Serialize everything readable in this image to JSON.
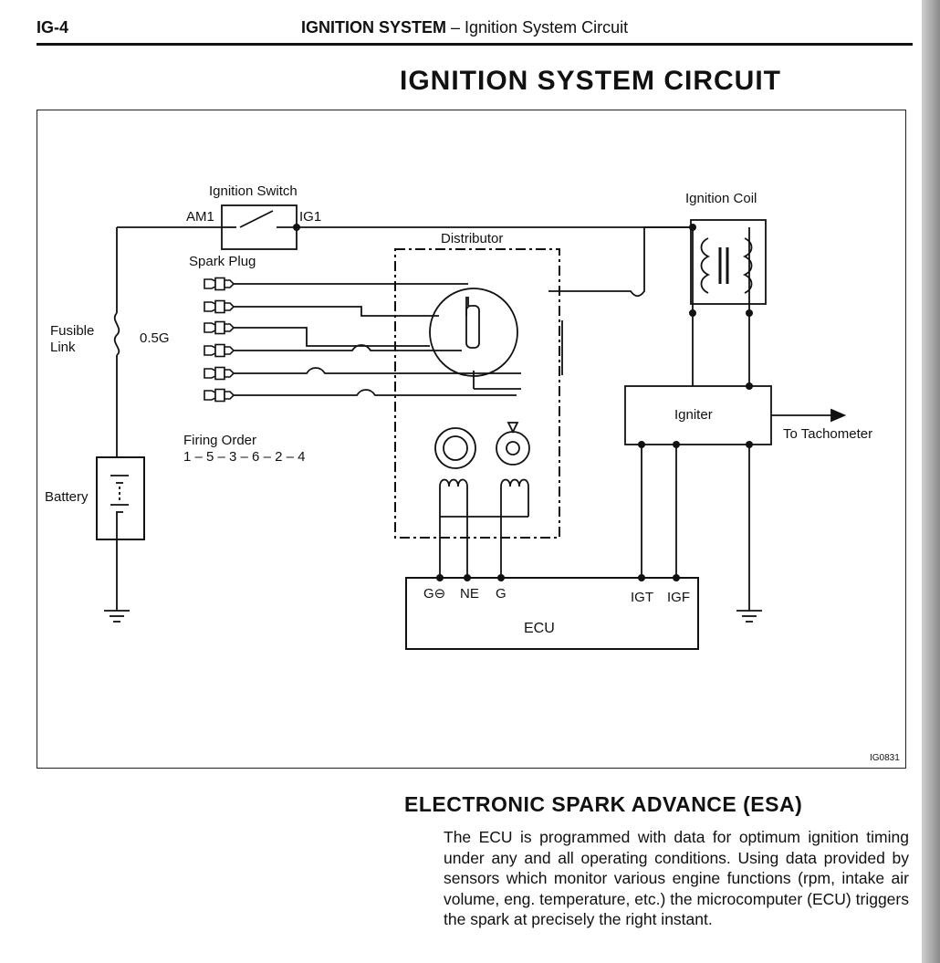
{
  "header": {
    "page_id": "IG-4",
    "section_bold": "IGNITION SYSTEM",
    "section_rest": " – Ignition System Circuit"
  },
  "title": "IGNITION SYSTEM CIRCUIT",
  "diagram": {
    "labels": {
      "ignition_switch": "Ignition Switch",
      "am1": "AM1",
      "ig1": "IG1",
      "spark_plug": "Spark Plug",
      "fusible_link": [
        "Fusible",
        "Link"
      ],
      "fuse_rating": "0.5G",
      "battery": "Battery",
      "firing_order_title": "Firing Order",
      "firing_order_sequence": "1 – 5 – 3 – 6 – 2 – 4",
      "distributor": "Distributor",
      "ignition_coil": "Ignition Coil",
      "igniter": "Igniter",
      "to_tachometer": "To Tachometer",
      "ecu": "ECU",
      "ecu_pins": [
        "G⊖",
        "NE",
        "G",
        "IGT",
        "IGF"
      ],
      "figure_code": "IG0831"
    }
  },
  "section_heading": "ELECTRONIC SPARK ADVANCE (ESA)",
  "body_paragraph": "The ECU is programmed with data for optimum ignition timing under any and all operating conditions. Using data provided by sensors which monitor various engine functions (rpm, intake air volume, eng. temperature, etc.) the microcomputer (ECU) triggers the spark at precisely the right instant."
}
